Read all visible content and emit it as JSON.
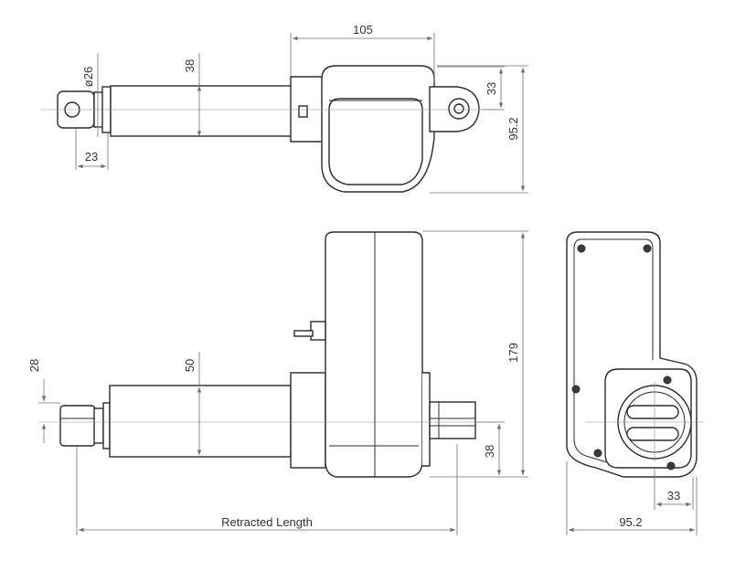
{
  "diagram": {
    "views": {
      "top": {
        "labels": {
          "width_total": "105",
          "rod_dia": "ø26",
          "tube_dia": "38",
          "eye_offset": "33",
          "height": "95.2",
          "rod_eye": "23"
        }
      },
      "front": {
        "labels": {
          "rod_dia": "28",
          "tube_dia": "50",
          "height": "179",
          "eye_offset": "38",
          "length": "Retracted Length"
        }
      },
      "end": {
        "labels": {
          "offset": "33",
          "width": "95.2"
        }
      }
    },
    "colors": {
      "line": "#2b2b2b",
      "dimension": "#6e6e6e",
      "screw": "#3a3a3a"
    }
  }
}
